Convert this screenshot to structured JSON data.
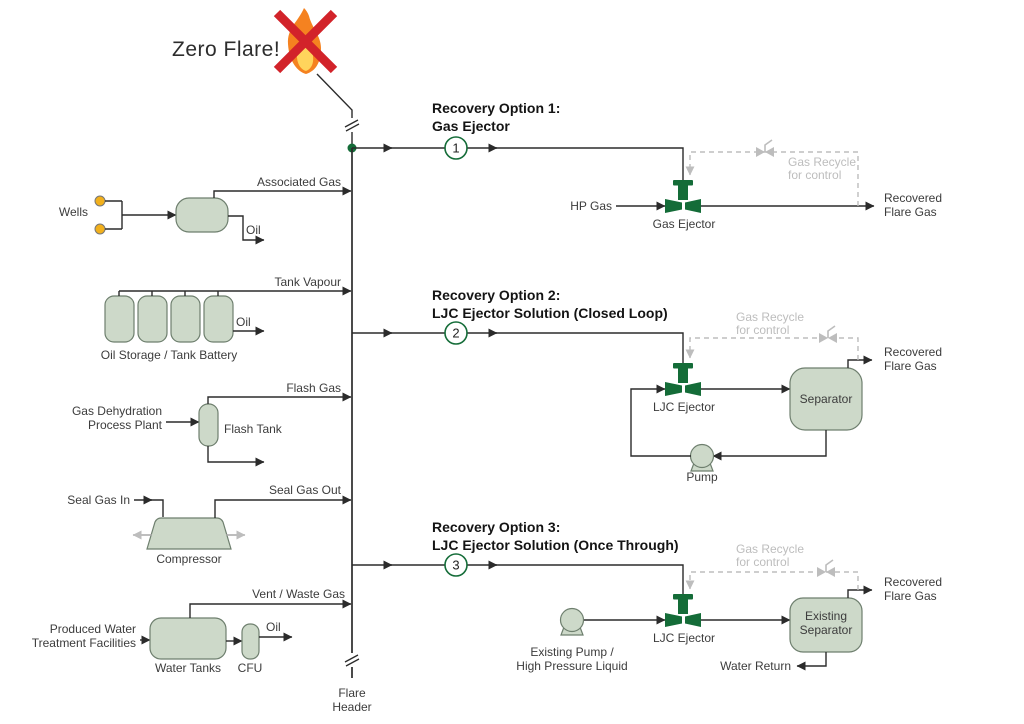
{
  "diagram": {
    "title": "Zero Flare!",
    "flare_header": {
      "line1": "Flare",
      "line2": "Header"
    },
    "sources": {
      "wells": {
        "label": "Wells",
        "gas": "Associated Gas",
        "oil": "Oil"
      },
      "tank_battery": {
        "label": "Oil Storage / Tank Battery",
        "gas": "Tank Vapour",
        "oil": "Oil"
      },
      "dehydration": {
        "label1": "Gas Dehydration",
        "label2": "Process Plant",
        "vessel": "Flash Tank",
        "gas": "Flash Gas"
      },
      "compressor": {
        "label": "Compressor",
        "gas_in": "Seal Gas In",
        "gas_out": "Seal Gas Out"
      },
      "water": {
        "label1": "Produced Water",
        "label2": "Treatment Facilities",
        "tanks": "Water Tanks",
        "cfu": "CFU",
        "oil": "Oil",
        "gas": "Vent / Waste Gas"
      }
    },
    "options": [
      {
        "num": "1",
        "title1": "Recovery Option 1:",
        "title2": "Gas Ejector",
        "inlet": "HP Gas",
        "equipment": "Gas Ejector",
        "recovered1": "Recovered",
        "recovered2": "Flare Gas",
        "recycle1": "Gas Recycle",
        "recycle2": "for control"
      },
      {
        "num": "2",
        "title1": "Recovery Option 2:",
        "title2": "LJC Ejector Solution (Closed Loop)",
        "equipment": "LJC Ejector",
        "separator": "Separator",
        "pump": "Pump",
        "recovered1": "Recovered",
        "recovered2": "Flare Gas",
        "recycle1": "Gas Recycle",
        "recycle2": "for control"
      },
      {
        "num": "3",
        "title1": "Recovery Option 3:",
        "title2": "LJC Ejector Solution (Once Through)",
        "equipment": "LJC Ejector",
        "pump1": "Existing Pump /",
        "pump2": "High Pressure Liquid",
        "separator1": "Existing",
        "separator2": "Separator",
        "recovered1": "Recovered",
        "recovered2": "Flare Gas",
        "recycle1": "Gas Recycle",
        "recycle2": "for control",
        "water_return": "Water Return"
      }
    ],
    "colors": {
      "line": "#2b2b2b",
      "vessel_fill": "#cdd9c9",
      "vessel_stroke": "#6e7f6e",
      "ejector_green": "#146c38",
      "recycle_gray": "#bdbdbd",
      "text": "#3c3c3c",
      "gray_text": "#bdbdbd",
      "flame_orange": "#f58220",
      "flame_yellow": "#ffd45c",
      "x_red": "#d2232a",
      "well_yellow": "#f2b01c"
    }
  }
}
